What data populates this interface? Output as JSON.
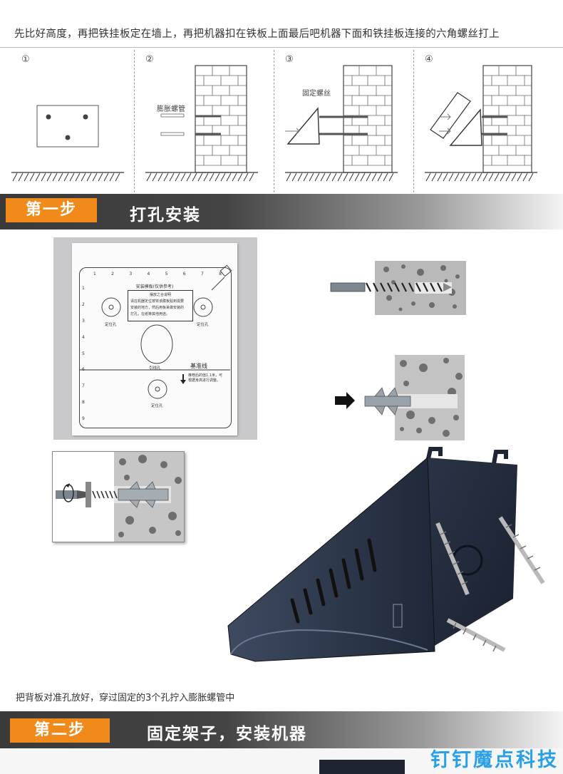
{
  "headline": "先比好高度，再把铁挂板定在墙上，再把机器扣在铁板上面最后吧机器下面和铁挂板连接的六角螺丝打上",
  "diagram": {
    "steps": [
      {
        "number": "①"
      },
      {
        "number": "②",
        "label": "膨胀螺管"
      },
      {
        "number": "③",
        "label": "固定螺丝"
      },
      {
        "number": "④"
      }
    ]
  },
  "step1": {
    "tab": "第一步",
    "title": "打孔安装"
  },
  "template_card": {
    "title": "安装模板(仅供参考)",
    "notice_lines": [
      "摆放之合说明",
      "请在机器定位按将该膜板贴到需要",
      "安装的地方，然后用板来做安装的",
      "打孔，在纸等其他用途。"
    ],
    "left_hole": "定位孔",
    "right_hole": "定位孔",
    "middle_hole": "引线孔",
    "bottom_hole": "定位孔",
    "baseline": "基准线",
    "baseline_note_lines": [
      "推荐后的值1.1米，可",
      "根据身高进行调整。"
    ],
    "ruler_top": [
      "1",
      "2",
      "3",
      "4",
      "5",
      "6",
      "7",
      "8"
    ],
    "ruler_left": [
      "1",
      "2",
      "3",
      "4",
      "5",
      "6",
      "7",
      "8",
      "9"
    ]
  },
  "caption": "把背板对准孔放好，穿过固定的3个孔拧入膨胀螺管中",
  "step2": {
    "tab": "第二步",
    "title": "固定架子，安装机器"
  },
  "watermark": "钉钉魔点科技",
  "colors": {
    "accent_orange": "#f08a1a",
    "banner_dark": "#3a3a3a",
    "device_body": "#2e3a4e",
    "watermark_blue": "#2aa0e8"
  }
}
